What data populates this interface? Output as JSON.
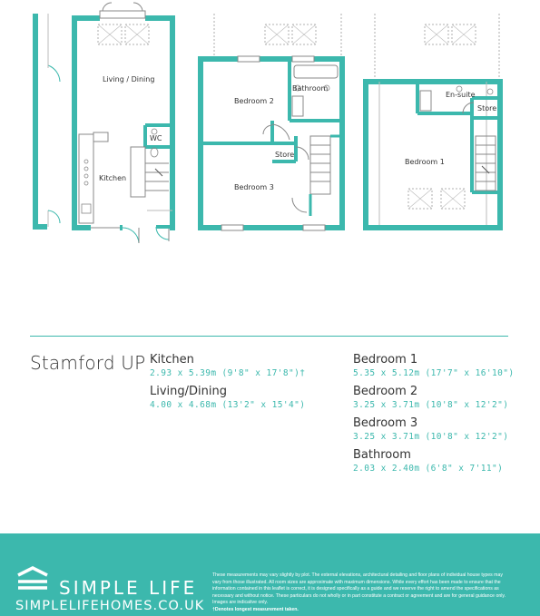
{
  "floorplans": {
    "ground": {
      "rooms": [
        "Living / Dining",
        "WC",
        "Kitchen"
      ]
    },
    "first": {
      "rooms": [
        "Bedroom 2",
        "Bathroom",
        "Store",
        "Bedroom 3"
      ]
    },
    "second": {
      "rooms": [
        "En-suite",
        "Store",
        "Bedroom 1"
      ]
    }
  },
  "house_type": "Stamford UP",
  "rooms_left": [
    {
      "name": "Kitchen",
      "dims": "2.93 x 5.39m (9'8\" x 17'8\")†"
    },
    {
      "name": "Living/Dining",
      "dims": "4.00 x 4.68m (13'2\" x 15'4\")"
    }
  ],
  "rooms_right": [
    {
      "name": "Bedroom 1",
      "dims": "5.35 x 5.12m (17'7\" x 16'10\")"
    },
    {
      "name": "Bedroom 2",
      "dims": "3.25 x 3.71m (10'8\" x 12'2\")"
    },
    {
      "name": "Bedroom 3",
      "dims": "3.25 x 3.71m (10'8\" x 12'2\")"
    },
    {
      "name": "Bathroom",
      "dims": "2.03 x 2.40m (6'8\" x 7'11\")"
    }
  ],
  "footer": {
    "brand": "SIMPLE LIFE",
    "website": "SIMPLELIFEHOMES.CO.UK",
    "disclaimer": "These measurements may vary slightly by plot. The external elevations, architectural detailing and floor plans of individual house types may vary from those illustrated. All room sizes are approximate with maximum dimensions. While every effort has been made to ensure that the information contained in this leaflet is correct, it is designed specifically as a guide and we reserve the right to amend the specifications as necessary and without notice. These particulars do not wholly or in part constitute a contract or agreement and are for general guidance only. Images are indicative only.",
    "note": "†Denotes longest measurement taken."
  },
  "colors": {
    "accent": "#3cb8ad",
    "text": "#333333",
    "footer_text": "#ffffff"
  }
}
